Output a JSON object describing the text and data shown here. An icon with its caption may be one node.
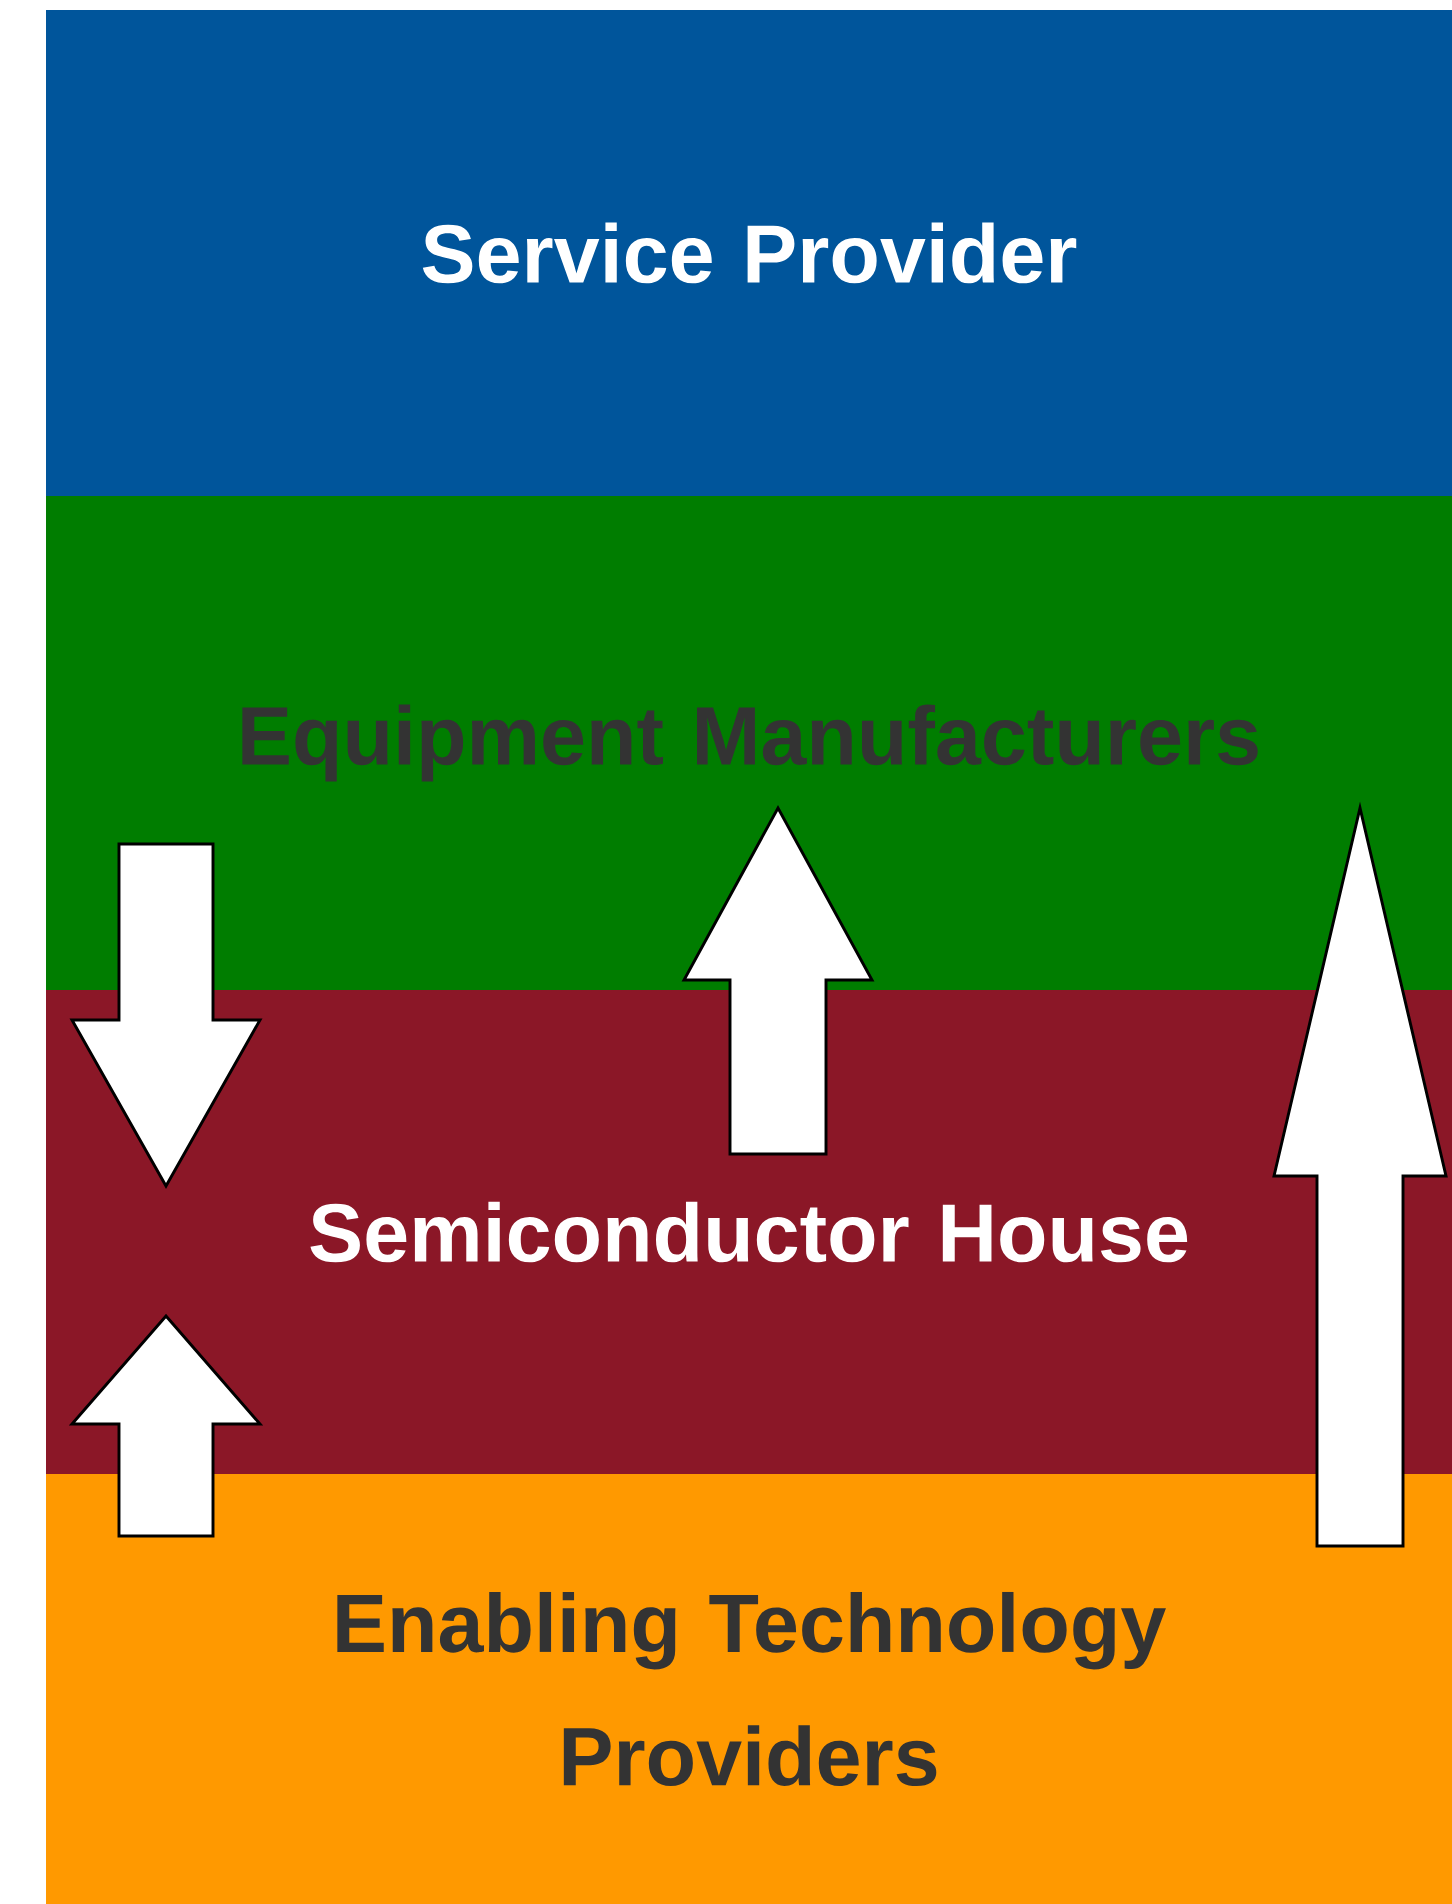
{
  "diagram": {
    "nodes": [
      {
        "text": [
          "Service Provider"
        ]
      },
      {
        "text": [
          "Equipment Manufacturers"
        ]
      },
      {
        "text": [
          "Semiconductor House"
        ]
      },
      {
        "text": [
          "Enabling Technology Providers"
        ]
      }
    ],
    "edges": [
      {
        "from": 1,
        "to": 2,
        "arrow": "to"
      },
      {
        "from": 2,
        "to": 1,
        "arrow": "to"
      },
      {
        "from": 3,
        "to": 2,
        "arrow": "to"
      },
      {
        "from": 3,
        "to": 1,
        "arrow": "to"
      }
    ]
  }
}
